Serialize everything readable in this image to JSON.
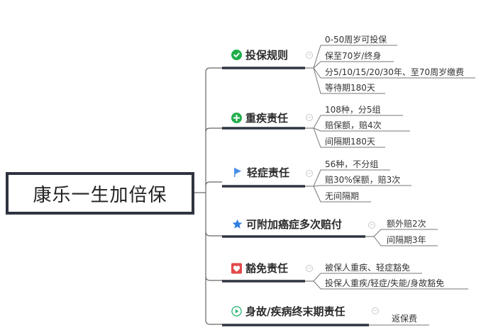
{
  "root": {
    "title": "康乐一生加倍保"
  },
  "branches": [
    {
      "label": "投保规则",
      "icon": "check-circle-icon",
      "icon_color": "#1fae4b",
      "leaves": [
        "0-50周岁可投保",
        "保至70岁/终身",
        "分5/10/15/20/30年、至70周岁缴费",
        "等待期180天"
      ]
    },
    {
      "label": "重疾责任",
      "icon": "plus-circle-icon",
      "icon_color": "#1fae4b",
      "leaves": [
        "108种，分5组",
        "赔保额，赔4次",
        "间隔期180天"
      ]
    },
    {
      "label": "轻症责任",
      "icon": "flag-icon",
      "icon_color": "#4a8fe7",
      "leaves": [
        "56种，不分组",
        "赔30%保额，赔3次",
        "无间隔期"
      ]
    },
    {
      "label": "可附加癌症多次赔付",
      "icon": "star-icon",
      "icon_color": "#2f7de1",
      "leaves": [
        "额外赔2次",
        "间隔期3年"
      ]
    },
    {
      "label": "豁免责任",
      "icon": "heart-icon",
      "icon_color": "#e24a4a",
      "leaves": [
        "被保人重疾、轻症豁免",
        "投保人重疾/轻症/失能/身故豁免"
      ]
    },
    {
      "label": "身故/疾病终末期责任",
      "icon": "play-circle-icon",
      "icon_color": "#2bb673",
      "leaves": [
        "返保费"
      ]
    }
  ],
  "colors": {
    "line": "#555555",
    "branch_underline": "#2e3440",
    "root_border": "#2e3440"
  }
}
